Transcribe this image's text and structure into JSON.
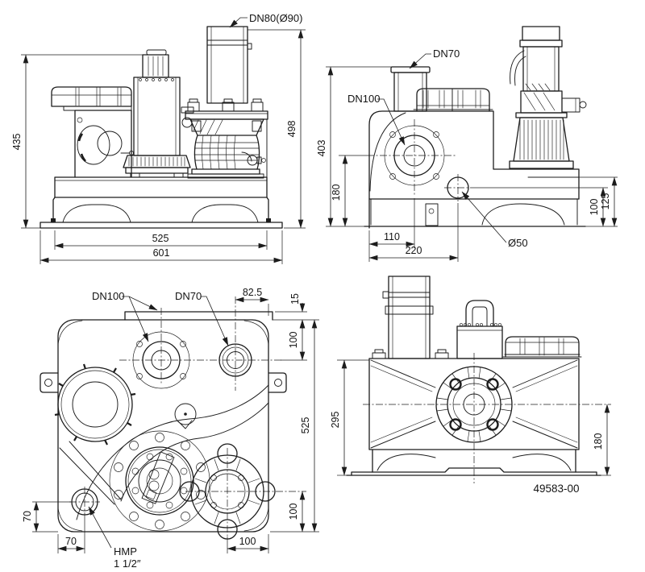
{
  "colors": {
    "ink": "#1c1c1c",
    "paper": "#ffffff"
  },
  "title_block": {
    "drawing_number": "49583-00"
  },
  "front_view": {
    "discharge_label": "DN80(Ø90)",
    "dim_motor_height": "435",
    "dim_discharge_height": "498",
    "dim_tank_width": "525",
    "dim_base_width": "601"
  },
  "side_view": {
    "vent_label": "DN70",
    "inlet_label": "DN100",
    "drain_label": "Ø50",
    "dim_overall_height": "403",
    "dim_inlet_height": "180",
    "dim_inlet_offset": "110",
    "dim_drain_offset": "220",
    "dim_drain_height": "100",
    "dim_skirt_height": "125"
  },
  "end_view": {
    "inlet_label": "DN100",
    "vent_label": "DN70",
    "pump_port_label": "HMP",
    "pump_port_size": "1 1/2″",
    "dim_vent_offset": "82.5",
    "dim_rim": "15",
    "dim_vent_height": "100",
    "dim_body_height": "525",
    "dim_outlet_height": "100",
    "dim_port_height": "70",
    "dim_port_offset": "70",
    "dim_outlet_offset": "100"
  },
  "rear_view": {
    "dim_tank_height": "295",
    "dim_connection_height": "180"
  }
}
